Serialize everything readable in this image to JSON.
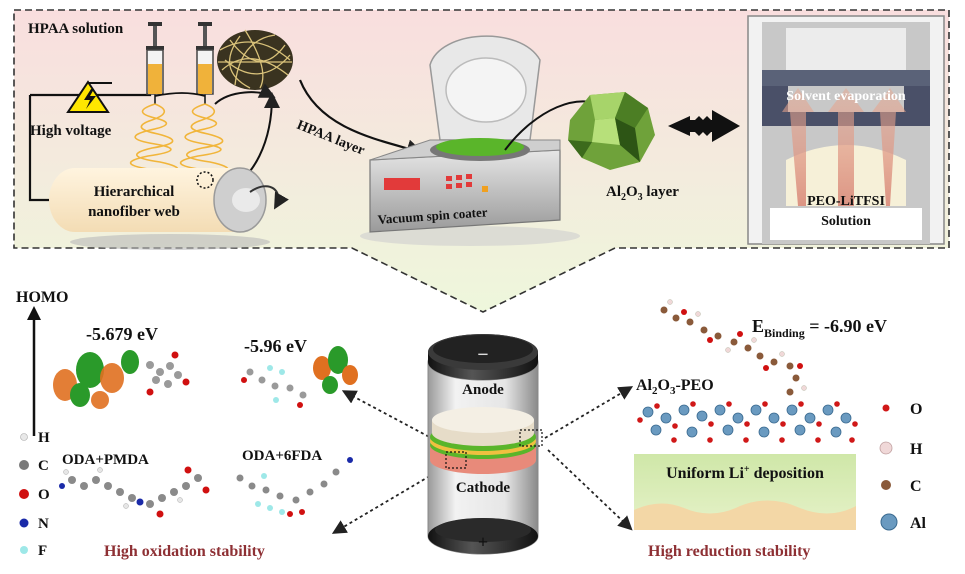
{
  "top": {
    "hpaa_solution": "HPAA solution",
    "high_voltage": "High voltage",
    "web_line1": "Hierarchical",
    "web_line2": "nanofiber web",
    "hpaa_layer": "HPAA layer",
    "spin_coater": "Vacuum spin coater",
    "al2o3_main": "Al",
    "al2o3_sub": "2",
    "al2o3_rest": "O",
    "al2o3_sub2": "3",
    "al2o3_tail": " layer",
    "solvent": "Solvent evaporation",
    "peo_line1": "PEO-LiTFSI",
    "peo_line2": "Solution"
  },
  "left": {
    "homo": "HOMO",
    "e1": "-5.679 eV",
    "e2": "-5.96 eV",
    "mol1": "ODA+PMDA",
    "mol2": "ODA+6FDA",
    "legend": [
      "H",
      "C",
      "O",
      "N",
      "F"
    ],
    "legend_colors": [
      "#e8e8e8",
      "#7a7a7a",
      "#d01010",
      "#1a2aa8",
      "#9ee8e8"
    ],
    "oxidation": "High oxidation stability"
  },
  "center": {
    "anode": "Anode",
    "cathode": "Cathode",
    "minus": "−",
    "plus": "+"
  },
  "right": {
    "binding_prefix": "E",
    "binding_sub": "Binding",
    "binding_value": " = -6.90 eV",
    "al2o3_peo_main": "Al",
    "al2o3_peo_s1": "2",
    "al2o3_peo_mid": "O",
    "al2o3_peo_s2": "3",
    "al2o3_peo_tail": "-PEO",
    "uniform_prefix": "Uniform Li",
    "uniform_sup": "+",
    "uniform_suffix": " deposition",
    "reduction": "High reduction stability",
    "legend": [
      "O",
      "H",
      "C",
      "Al"
    ],
    "legend_colors": [
      "#d01818",
      "#f0d8d8",
      "#8a5a3a",
      "#6a9ac0"
    ]
  }
}
